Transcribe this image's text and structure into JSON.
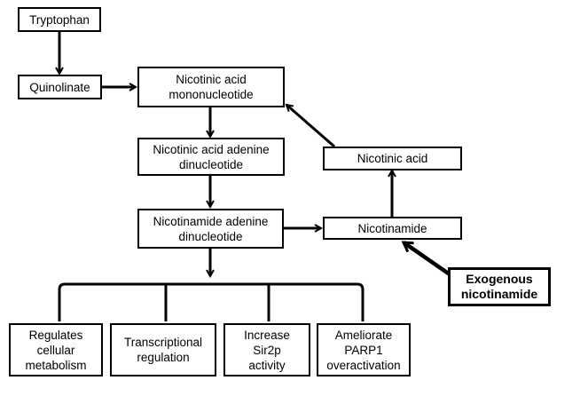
{
  "nodes": {
    "tryptophan": [
      "Tryptophan"
    ],
    "quinolinate": [
      "Quinolinate"
    ],
    "nicotinic_acid_mononucleotide": [
      "Nicotinic acid",
      "mononucleotide"
    ],
    "nicotinic_acid_adenine_dinucleotide": [
      "Nicotinic acid adenine",
      "dinucleotide"
    ],
    "nicotinamide_adenine_dinucleotide": [
      "Nicotinamide adenine",
      "dinucleotide"
    ],
    "nicotinic_acid": [
      "Nicotinic acid"
    ],
    "nicotinamide": [
      "Nicotinamide"
    ],
    "exogenous_nicotinamide": [
      "Exogenous",
      "nicotinamide"
    ],
    "regulates_metabolism": [
      "Regulates",
      "cellular",
      "metabolism"
    ],
    "transcriptional_regulation": [
      "Transcriptional",
      "regulation"
    ],
    "increase_sir2p": [
      "Increase",
      "Sir2p",
      "activity"
    ],
    "ameliorate_parp1": [
      "Ameliorate",
      "PARP1",
      "overactivation"
    ]
  },
  "colors": {
    "stroke": "#000000",
    "background": "#ffffff"
  }
}
